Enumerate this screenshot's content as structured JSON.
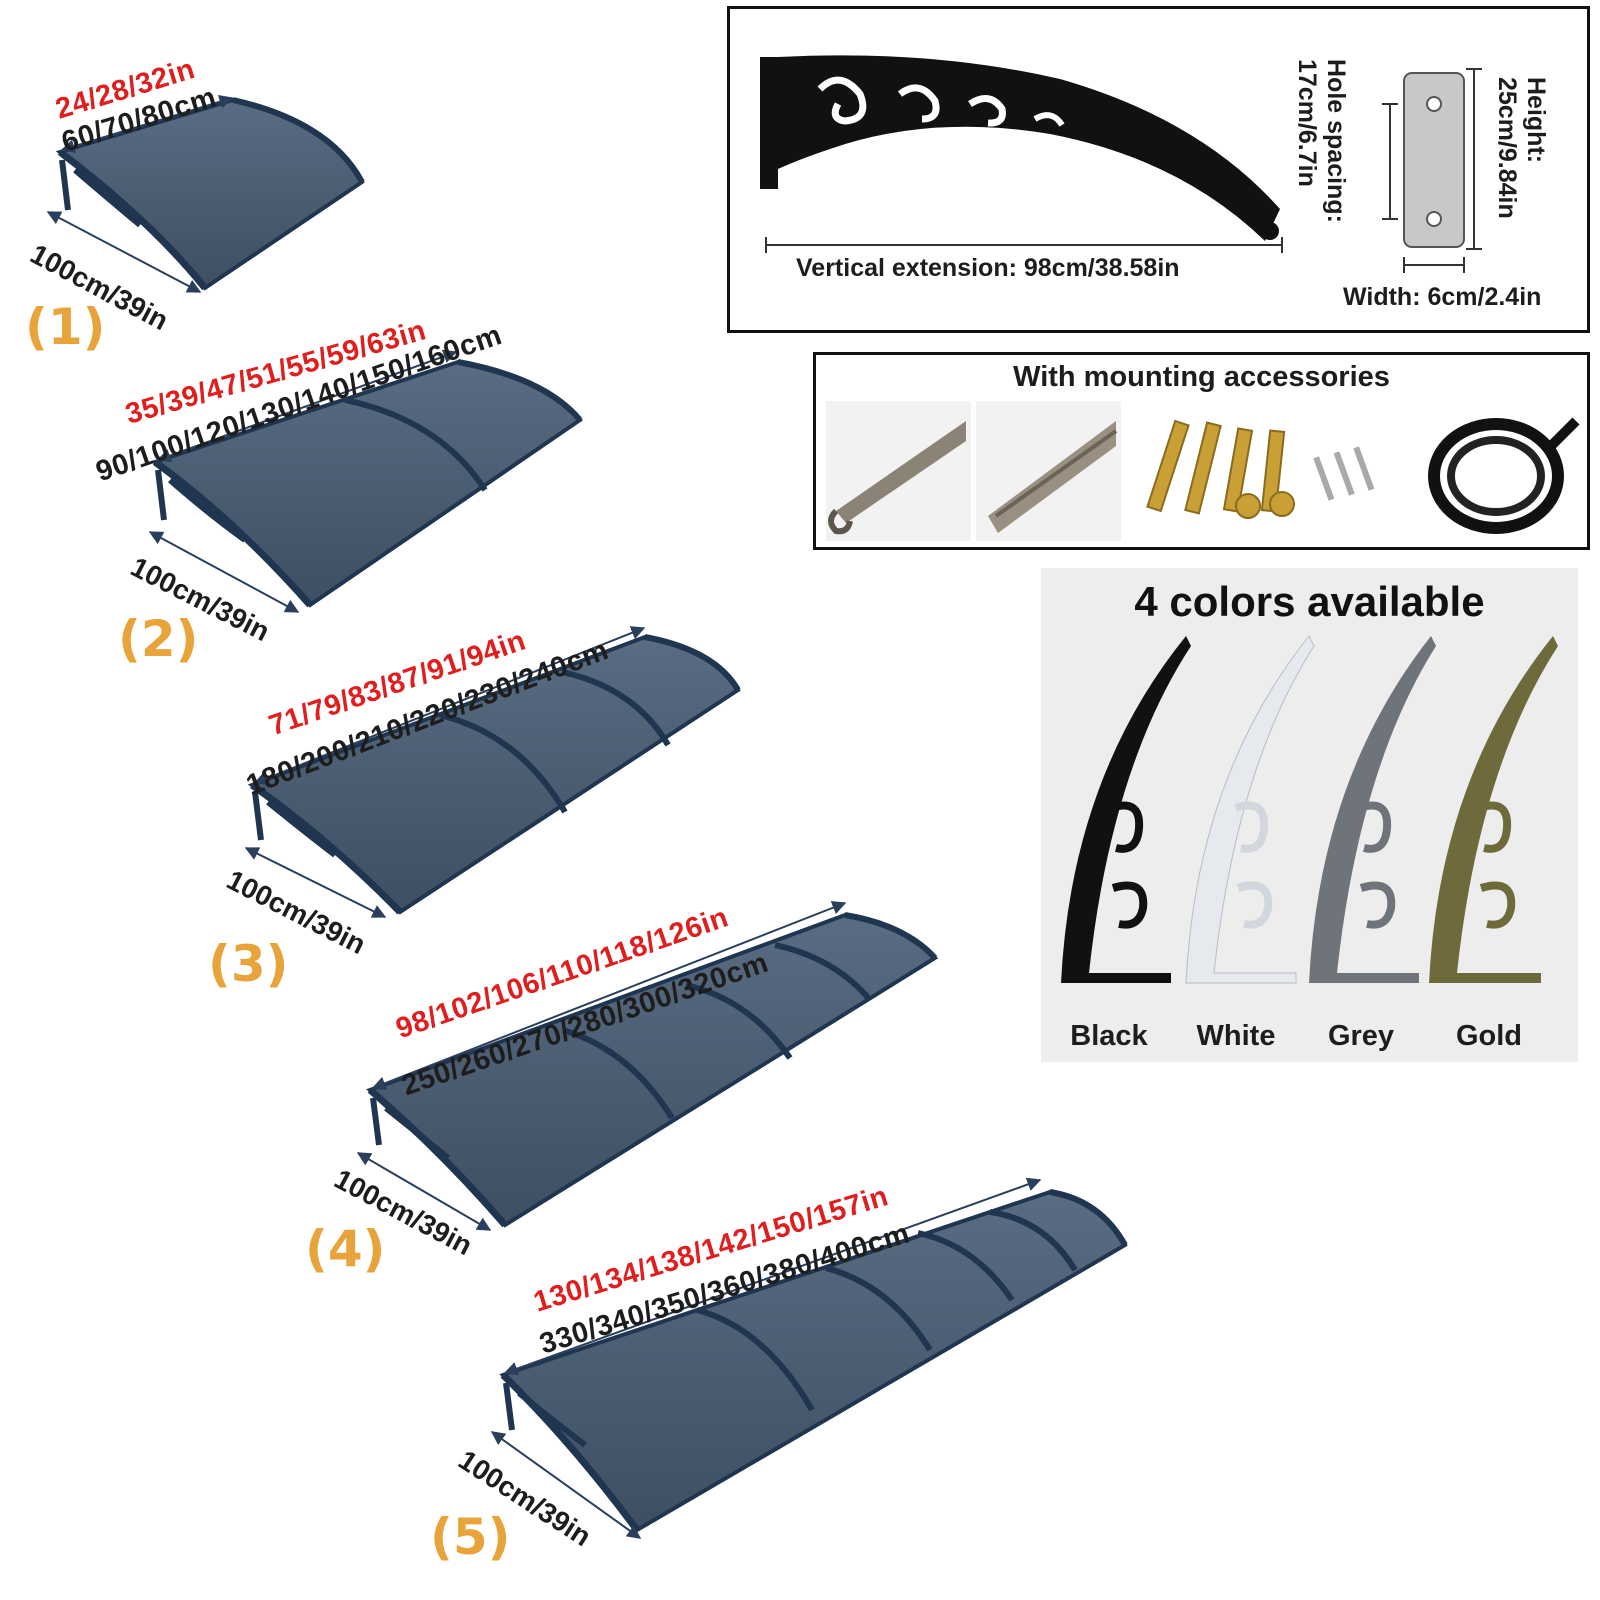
{
  "canopies": [
    {
      "index": "(1)",
      "inches": "24/28/32in",
      "cm": "60/70/80cm",
      "depth": "100cm/39in"
    },
    {
      "index": "(2)",
      "inches": "35/39/47/51/55/59/63in",
      "cm": "90/100/120/130/140/150/160cm",
      "depth": "100cm/39in"
    },
    {
      "index": "(3)",
      "inches": "71/79/83/87/91/94in",
      "cm": "180/200/210/220/230/240cm",
      "depth": "100cm/39in"
    },
    {
      "index": "(4)",
      "inches": "98/102/106/110/118/126in",
      "cm": "250/260/270/280/300/320cm",
      "depth": "100cm/39in"
    },
    {
      "index": "(5)",
      "inches": "130/134/138/142/150/157in",
      "cm": "330/340/350/360/380/400cm",
      "depth": "100cm/39in"
    }
  ],
  "bracket_specs": {
    "vertical_extension": "Vertical extension: 98cm/38.58in",
    "height": "Height:\n25cm/9.84in",
    "hole_spacing": "Hole spacing:\n17cm/6.7in",
    "width": "Width: 6cm/2.4in"
  },
  "accessories": {
    "title": "With mounting accessories"
  },
  "colors": {
    "title": "4 colors available",
    "options": [
      {
        "name": "Black",
        "color": "#111111"
      },
      {
        "name": "White",
        "color": "#e6e9ee"
      },
      {
        "name": "Grey",
        "color": "#6f737a"
      },
      {
        "name": "Gold",
        "color": "#6f6a3c"
      }
    ]
  }
}
